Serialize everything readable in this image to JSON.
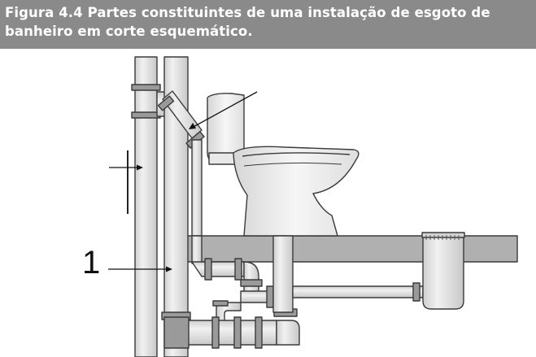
{
  "caption": {
    "line1": "Figura 4.4  Partes constituintes de uma instalação de esgoto de",
    "line2": "banheiro em corte esquemático."
  },
  "labels": {
    "number": "1"
  },
  "colors": {
    "caption_background": "#8a8a8a",
    "caption_text": "#ffffff",
    "pipe_fill": "#e2e2e2",
    "fitting_fill": "#9a9a9a",
    "floor_slab": "#b0b0b0",
    "outline": "#3a3a3a"
  }
}
